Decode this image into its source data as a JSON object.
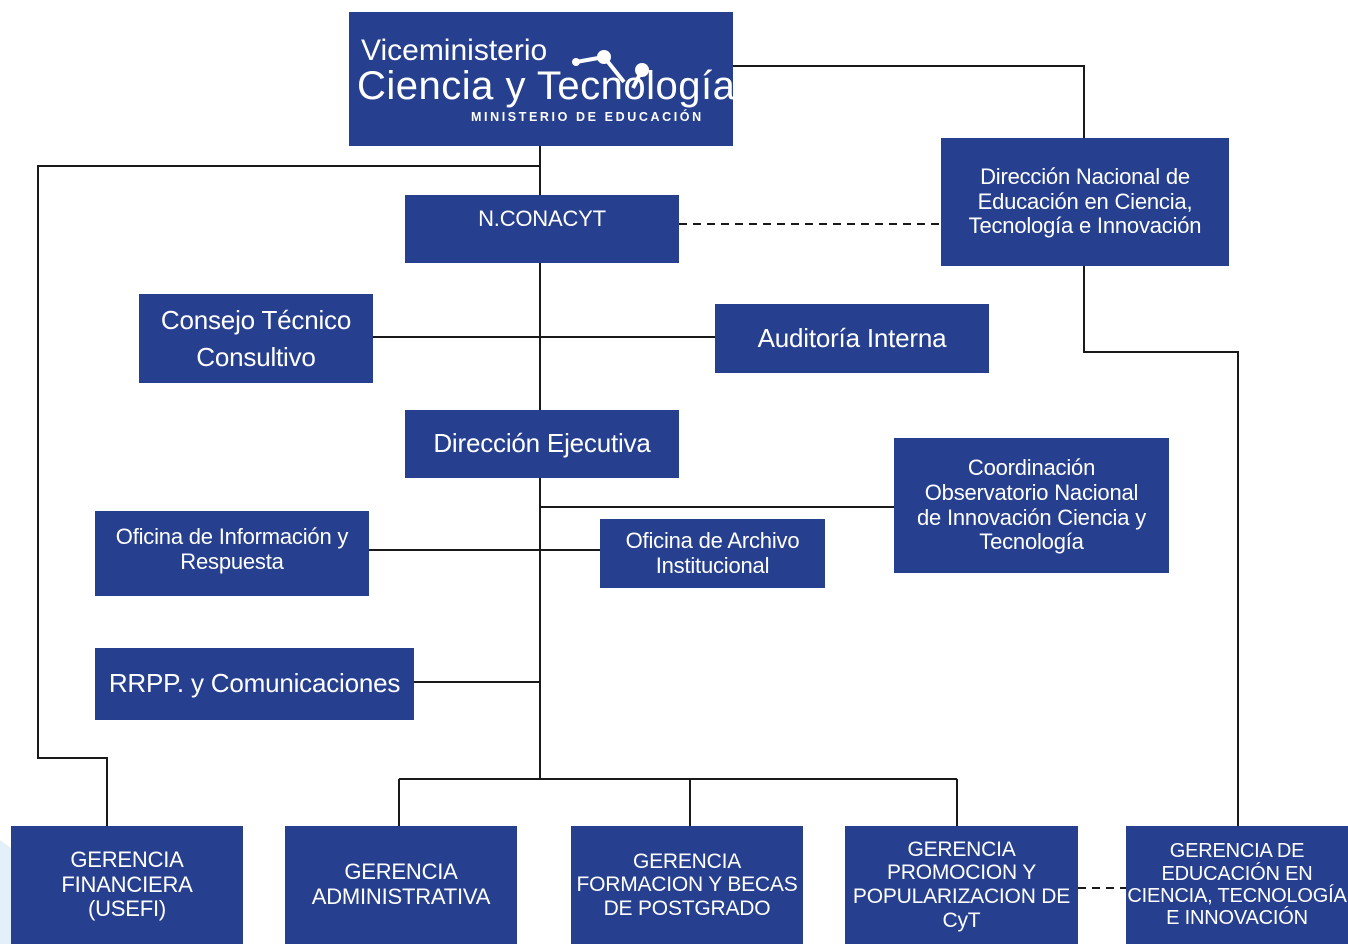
{
  "logo": {
    "line1": "Viceministerio",
    "line2": "Ciencia y Tecnología",
    "line3": "MINISTERIO DE EDUCACIÓN"
  },
  "nodes": {
    "conacyt": "N.CONACYT",
    "direccion_nacional": [
      "Dirección Nacional de",
      "Educación en Ciencia,",
      "Tecnología e Innovación"
    ],
    "consejo": [
      "Consejo Técnico",
      "Consultivo"
    ],
    "auditoria": "Auditoría Interna",
    "direccion_ejecutiva": "Dirección Ejecutiva",
    "coordinacion": [
      "Coordinación",
      "Observatorio Nacional",
      "de Innovación Ciencia y",
      "Tecnología"
    ],
    "oficina_info": [
      "Oficina de Información y",
      "Respuesta"
    ],
    "oficina_archivo": [
      "Oficina de Archivo",
      "Institucional"
    ],
    "rrpp": "RRPP. y Comunicaciones",
    "gerencia_financiera": [
      "GERENCIA",
      "FINANCIERA",
      "(USEFI)"
    ],
    "gerencia_administrativa": [
      "GERENCIA",
      "ADMINISTRATIVA"
    ],
    "gerencia_formacion": [
      "GERENCIA",
      "FORMACION Y BECAS",
      "DE POSTGRADO"
    ],
    "gerencia_promocion": [
      "GERENCIA",
      "PROMOCION Y",
      "POPULARIZACION DE",
      "CyT"
    ],
    "gerencia_educacion": [
      "GERENCIA DE",
      "EDUCACIÓN EN",
      "CIENCIA, TECNOLOGÍA",
      "E INNOVACIÓN"
    ]
  },
  "colors": {
    "box": "#263f8e",
    "text": "#ffffff",
    "line": "#1a1a1a",
    "background_accent": "#e3f0fa"
  }
}
